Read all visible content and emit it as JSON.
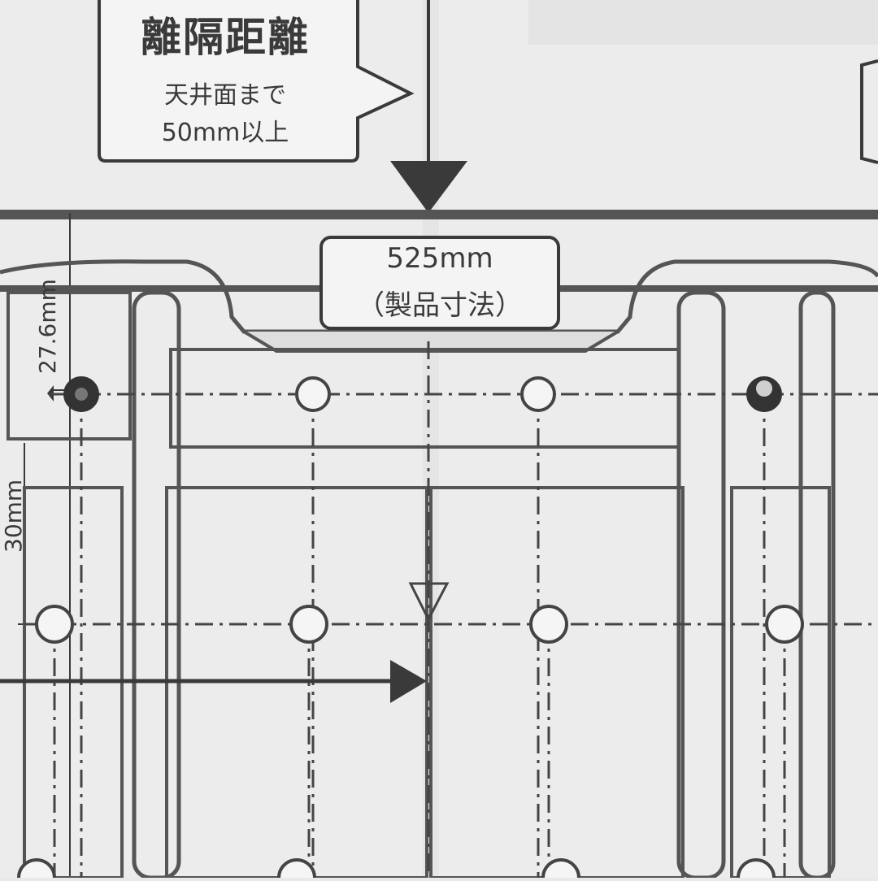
{
  "callout": {
    "title": "離隔距離",
    "line1": "天井面まで",
    "line2": "50mm以上"
  },
  "product_width": {
    "value": "525mm",
    "caption": "（製品寸法）"
  },
  "dimensions": {
    "top_offset": "27.6mm",
    "hole_spacing": "30mm"
  },
  "colors": {
    "paper": "#e9e9e9",
    "ink": "#3a3a3a",
    "line": "#555555"
  }
}
